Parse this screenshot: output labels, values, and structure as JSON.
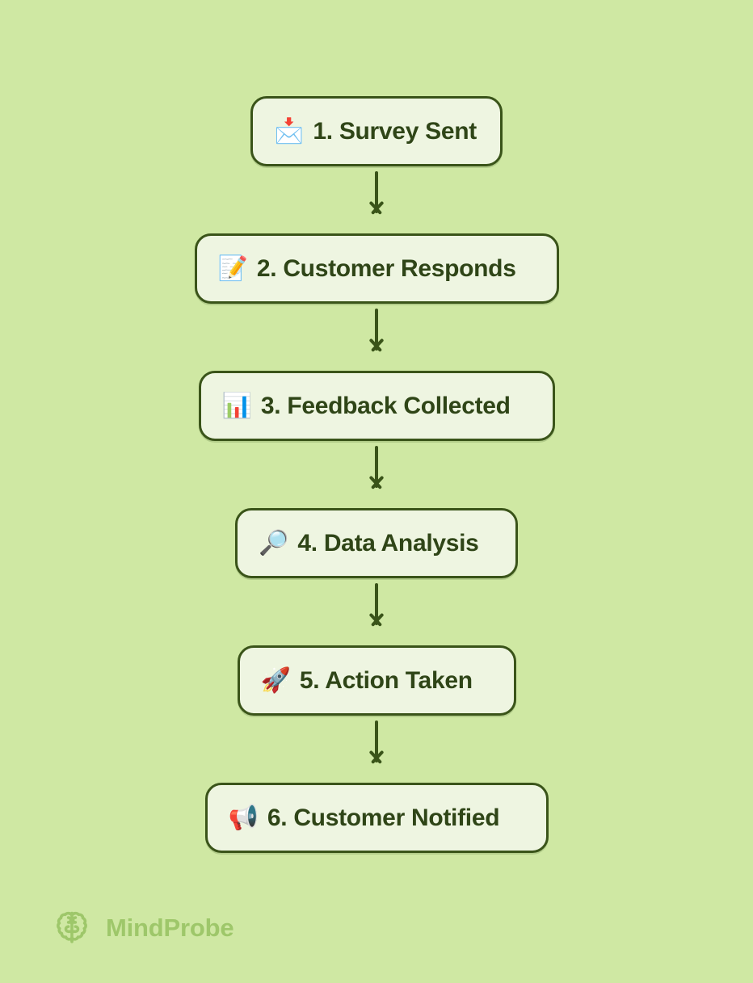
{
  "theme": {
    "background": "#cfe8a3",
    "node_fill": "#eef5e1",
    "node_border": "#3a5419",
    "text": "#2f4517",
    "arrow": "#3a5419",
    "brand": "#9ec76a"
  },
  "diagram": {
    "type": "flowchart",
    "orientation": "vertical",
    "title": "",
    "nodes": [
      {
        "step": "1",
        "emoji": "📩",
        "emoji_name": "envelope-with-arrow-icon",
        "label": "1. Survey Sent"
      },
      {
        "step": "2",
        "emoji": "📝",
        "emoji_name": "memo-icon",
        "label": "2. Customer Responds"
      },
      {
        "step": "3",
        "emoji": "📊",
        "emoji_name": "bar-chart-icon",
        "label": "3. Feedback Collected"
      },
      {
        "step": "4",
        "emoji": "🔎",
        "emoji_name": "magnifying-glass-icon",
        "label": "4. Data Analysis"
      },
      {
        "step": "5",
        "emoji": "🚀",
        "emoji_name": "rocket-icon",
        "label": "5. Action Taken"
      },
      {
        "step": "6",
        "emoji": "📢",
        "emoji_name": "loudspeaker-icon",
        "label": "6. Customer Notified"
      }
    ],
    "connector_count": 5
  },
  "brand": {
    "name": "MindProbe",
    "logo_icon": "brain-icon"
  }
}
